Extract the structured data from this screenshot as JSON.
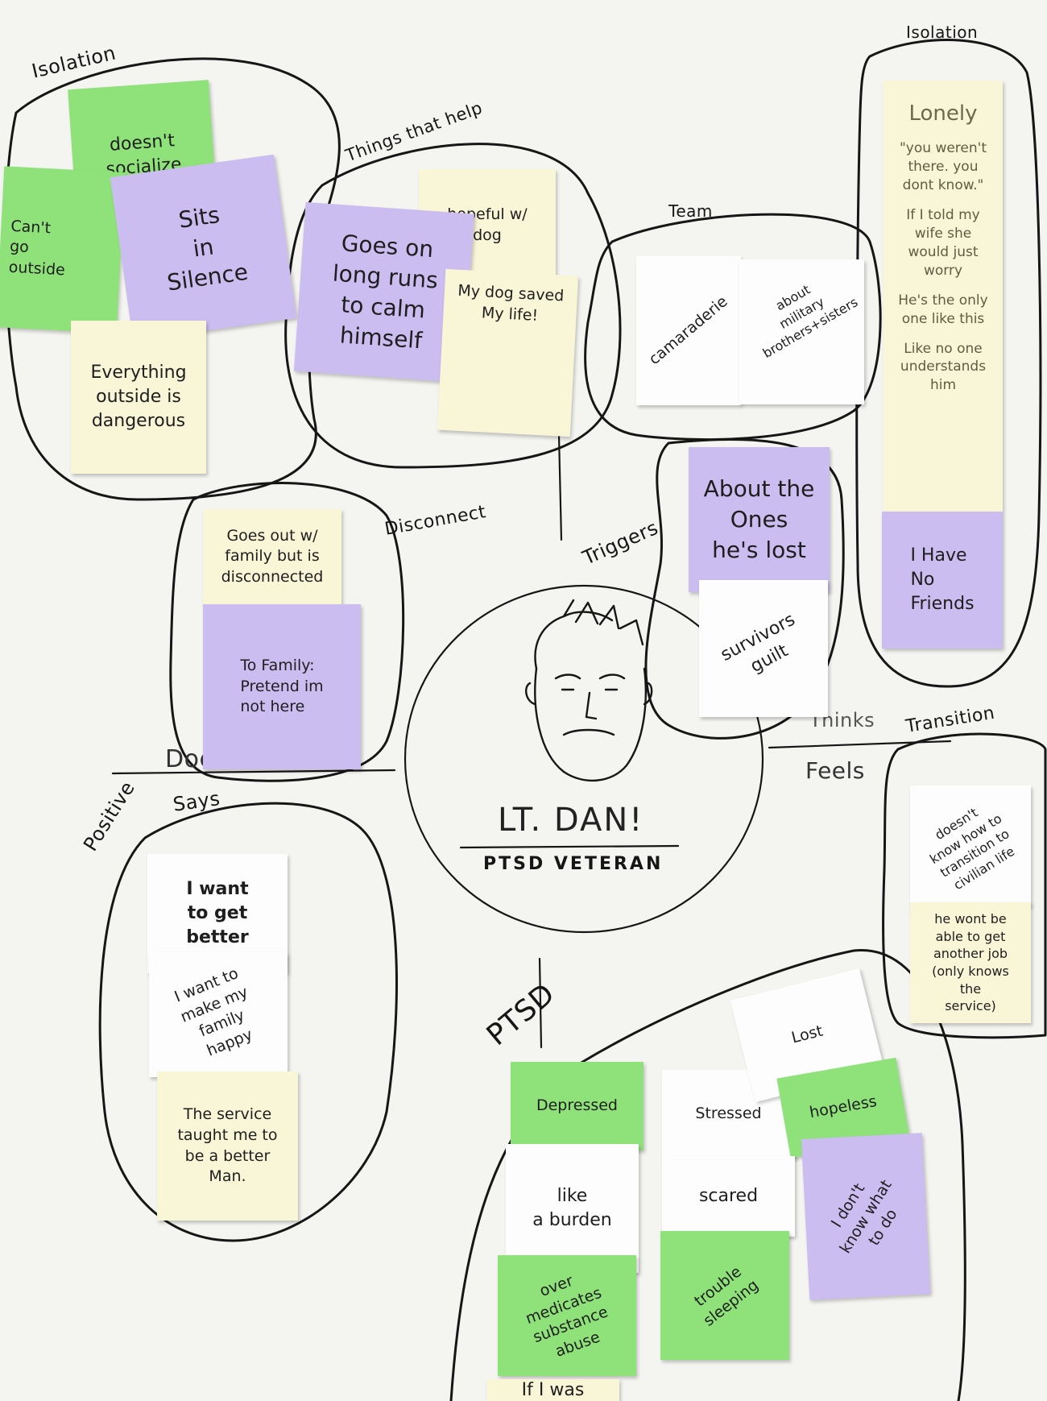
{
  "persona": {
    "name": "LT. DAN!",
    "role": "PTSD VETERAN"
  },
  "labels": {
    "isolation_left": "Isolation",
    "isolation_right": "Isolation",
    "things_that_help": "Things that help",
    "team": "Team",
    "disconnect": "Disconnect",
    "triggers": "Triggers",
    "thinks": "Thinks",
    "transition": "Transition",
    "feels": "Feels",
    "does": "Does",
    "says": "Says",
    "positive": "Positive",
    "ptsd": "PTSD"
  },
  "notes": {
    "doesnt_socialize": "doesn't\nsocialize",
    "cant_go_outside": "Can't\ngo\noutside",
    "sits_in_silence": "Sits\nin\nSilence",
    "everything_outside": "Everything\noutside is\ndangerous",
    "goes_on_long_runs": "Goes on\nlong runs\nto calm\nhimself",
    "hopeful_dog": "hopeful w/\ndog",
    "dog_saved": "My dog saved\nMy life!",
    "camaraderie": "camaraderie",
    "military_brothers": "about\nmilitary\nbrothers+sisters",
    "lonely": "Lonely",
    "you_werent_there": "\"you weren't\nthere. you\ndont know.\"",
    "told_wife": "If I told my\nwife she\nwould just\nworry",
    "only_one": "He's the only\none like this",
    "no_one_understands": "Like no one\nunderstands\nhim",
    "no_friends": "I Have\nNo\nFriends",
    "goes_out_family": "Goes out w/\nfamily but is\ndisconnected",
    "to_family": "To Family:\nPretend im\nnot here",
    "about_the_ones": "About the\nOnes\nhe's lost",
    "survivors_guilt": "survivors\nguilt",
    "transition_civilian": "doesn't\nknow how to\ntransition to\ncivilian life",
    "another_job": "he wont be\nable to get\nanother job\n(only knows the\nservice)",
    "want_better": "I want\nto get\nbetter",
    "make_family_happy": "I want to\nmake my family\nhappy",
    "service_taught": "The service\ntaught me to\nbe a better\nMan.",
    "depressed": "Depressed",
    "stressed": "Stressed",
    "lost": "Lost",
    "hopeless": "hopeless",
    "like_a_burden": "like\na burden",
    "scared": "scared",
    "dont_know_what": "I don't\nknow what\nto do",
    "over_medicates": "over\nmedicates\nsubstance\nabuse",
    "trouble_sleeping": "trouble\nsleeping",
    "if_i_was": "If I was"
  },
  "colors": {
    "green": "#8fe27a",
    "purple": "#cbbdf0",
    "yellow": "#f9f6d7",
    "white": "#fdfdfd",
    "paper": "#f4f4f1",
    "ink": "#161616"
  }
}
